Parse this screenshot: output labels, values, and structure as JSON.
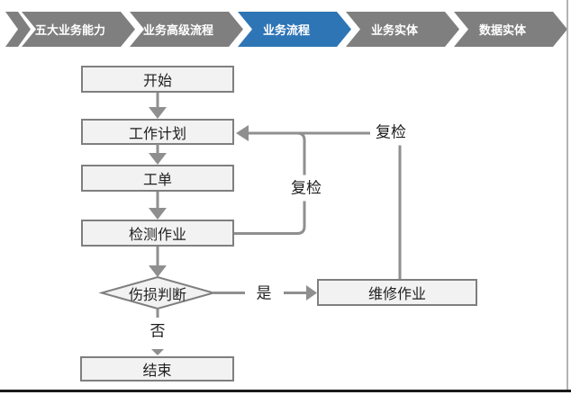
{
  "header": {
    "active_color": "#2e75b6",
    "inactive_color": "#7f7f7f",
    "tabs": [
      {
        "label": "五大业务能力",
        "active": false
      },
      {
        "label": "业务高级流程",
        "active": false
      },
      {
        "label": "业务流程",
        "active": true
      },
      {
        "label": "业务实体",
        "active": false
      },
      {
        "label": "数据实体",
        "active": false
      }
    ]
  },
  "flowchart": {
    "nodes": {
      "start": "开始",
      "plan": "工作计划",
      "order": "工单",
      "inspect": "检测作业",
      "decision": "伤损判断",
      "repair": "维修作业",
      "end": "结束"
    },
    "edge_labels": {
      "recheck_inner": "复检",
      "recheck_outer": "复检",
      "yes": "是",
      "no": "否"
    },
    "colors": {
      "node_fill": "#f2f2f2",
      "node_border": "#7f7f7f",
      "connector": "#8f8f8f",
      "text": "#1f1f1f"
    }
  }
}
